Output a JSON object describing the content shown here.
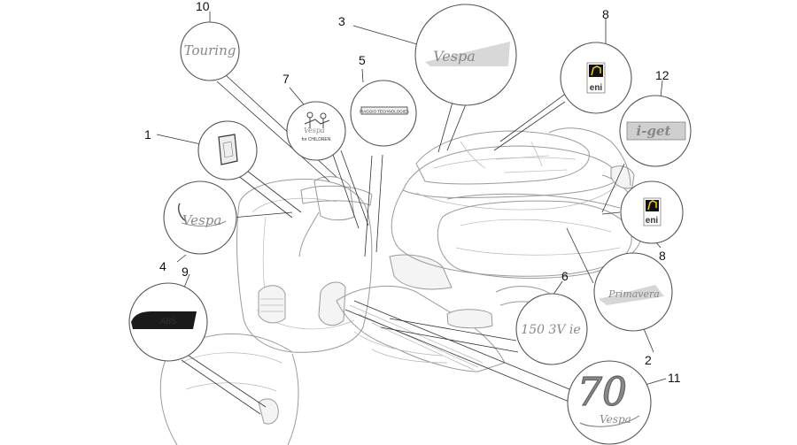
{
  "callouts": [
    {
      "number": "1"
    },
    {
      "number": "2"
    },
    {
      "number": "3"
    },
    {
      "number": "4"
    },
    {
      "number": "5"
    },
    {
      "number": "6"
    },
    {
      "number": "7"
    },
    {
      "number": "8"
    },
    {
      "number": "8"
    },
    {
      "number": "9"
    },
    {
      "number": "10"
    },
    {
      "number": "11"
    },
    {
      "number": "12"
    }
  ],
  "decals": {
    "touring": "Touring",
    "vespa": "Vespa",
    "piaggio_technologies": "PIAGGIO TECHNOLOGIES",
    "for_children": "for CHILDREN",
    "eni": "eni",
    "iget": "i-get",
    "abs": "ABS",
    "model_150": "150 3V ie",
    "primavera": "Primavera",
    "seventy": "70"
  },
  "colors": {
    "line": "#333333",
    "scooter_outline": "#9a9a9a",
    "eni_yellow": "#f2d21b",
    "abs_badge": "#1a1a1a"
  }
}
